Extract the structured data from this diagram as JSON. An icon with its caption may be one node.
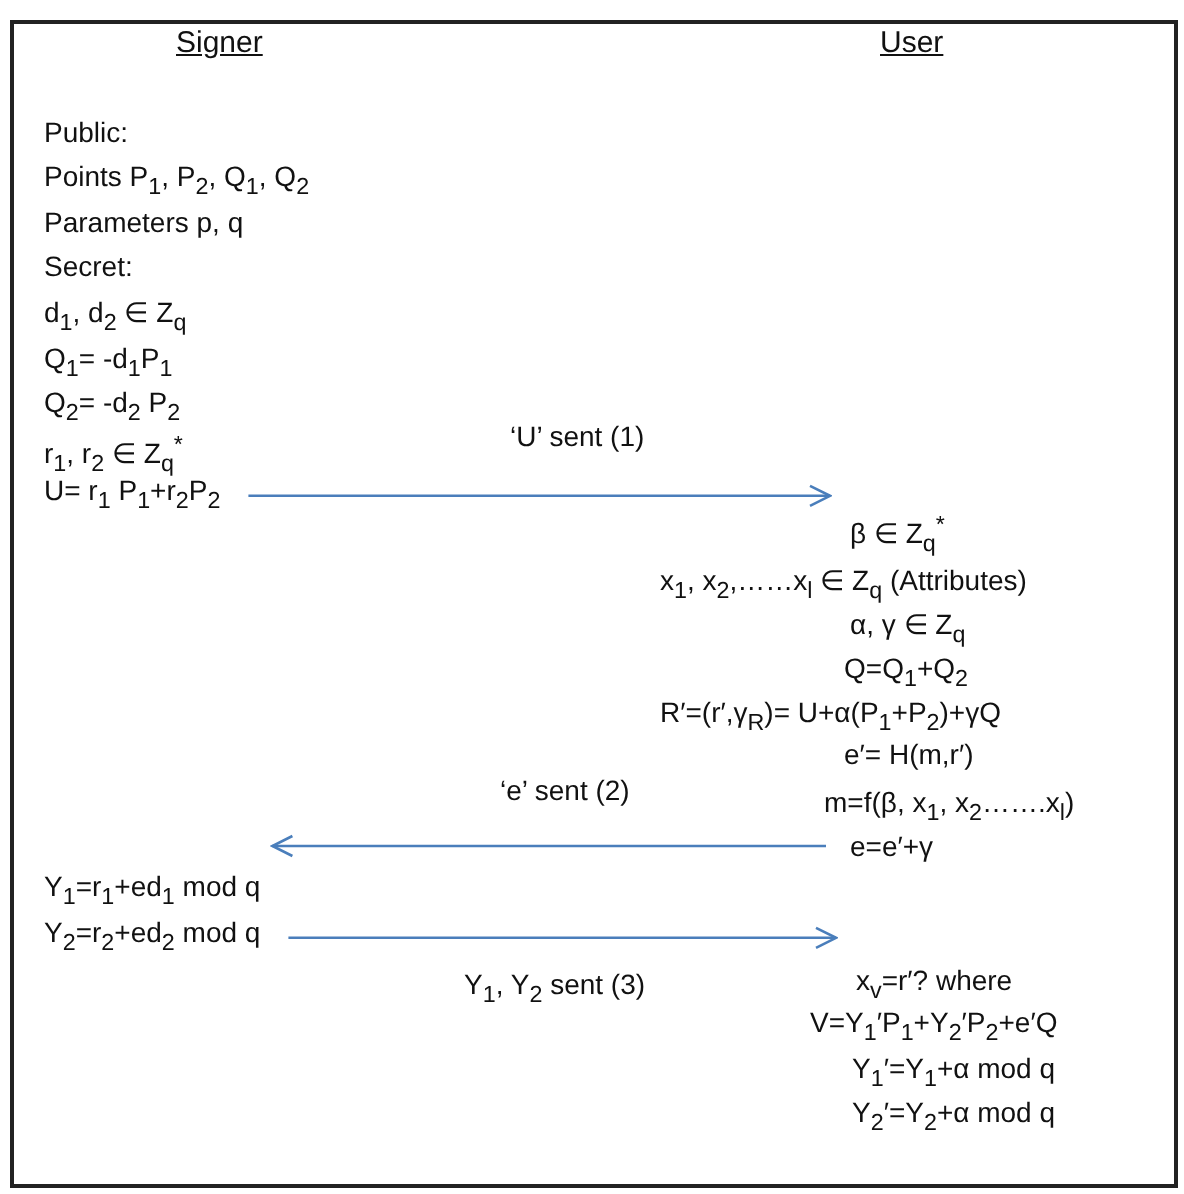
{
  "diagram": {
    "nodes": [
      {
        "text": [
          "U= r$_{1}$ P$_{1}$+r$_{2}$P$_{2}$"
        ]
      },
      {
        "text": [
          "β ∈ Z$_{q}$$^{*}$"
        ]
      },
      {
        "text": [
          "e=e′+γ"
        ]
      },
      {
        "text": [
          "Y$_{1}$=r$_{1}$+ed$_{1}$ mod q"
        ]
      },
      {
        "text": [
          "Y$_{2}$=r$_{2}$+ed$_{2}$ mod q"
        ]
      },
      {
        "text": [
          "x$_{v}$=r′? where"
        ]
      }
    ],
    "edges": [
      {
        "from": 0,
        "to": 1,
        "arrow": "to",
        "label": "‘U’ sent (1)"
      },
      {
        "from": 2,
        "to": 3,
        "arrow": "to",
        "label": "‘e’ sent (2)"
      },
      {
        "from": 4,
        "to": 5,
        "arrow": "to",
        "label": "Y$_{1}$, Y$_{2}$ sent (3)"
      }
    ],
    "labels": [
      "Signer",
      "User",
      "Public:",
      "Points P$_{1}$, P$_{2}$, Q$_{1}$, Q$_{2}$",
      "Parameters p, q",
      "Secret:",
      "d$_{1}$, d$_{2}$ ∈ Z$_{q}$",
      "Q$_{1}$= -d$_{1}$P$_{1}$",
      "Q$_{2}$= -d$_{2}$ P$_{2}$",
      "r$_{1}$, r$_{2}$ ∈ Z$_{q}$$^{*}$",
      "x$_{1}$, x$_{2}$,……x$_{l}$ ∈ Z$_{q}$  (Attributes)",
      "α, γ ∈ Z$_{q}$",
      "Q=Q$_{1}$+Q$_{2}$",
      "R′=(r′,γ$_{R}$)= U+α(P$_{1}$+P$_{2}$)+γQ",
      "e′= H(m,r′)",
      "m=f(β, x$_{1}$, x$_{2}$…….x$_{l}$)",
      "V=Y$_{1}$′P$_{1}$+Y$_{2}$′P$_{2}$+e′Q",
      "Y$_{1}$′=Y$_{1}$+α mod q",
      "Y$_{2}$′=Y$_{2}$+α mod q"
    ]
  }
}
